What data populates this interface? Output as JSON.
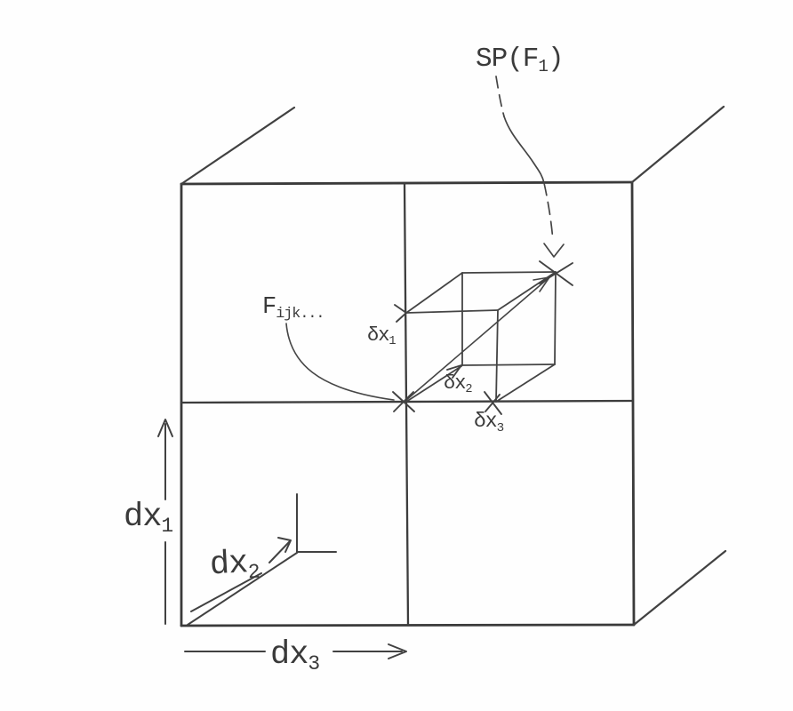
{
  "figure": {
    "kind": "scanned-technical-diagram",
    "ink_color": "#3e3e3e",
    "background": "#fefefe",
    "labels": {
      "sp": {
        "pre": "SP(F",
        "sub": "1",
        "post": ")"
      },
      "fijk": {
        "main": "F",
        "sub": "ijk..."
      },
      "delta_x1": {
        "main": "δx",
        "sub": "1"
      },
      "delta_x2": {
        "main": "δx",
        "sub": "2"
      },
      "delta_x3": {
        "main": "δx",
        "sub": "3"
      },
      "dx1": {
        "main": "dx",
        "sub": "1"
      },
      "dx2": {
        "main": "dx",
        "sub": "2"
      },
      "dx3": {
        "main": "dx",
        "sub": "3"
      }
    }
  }
}
